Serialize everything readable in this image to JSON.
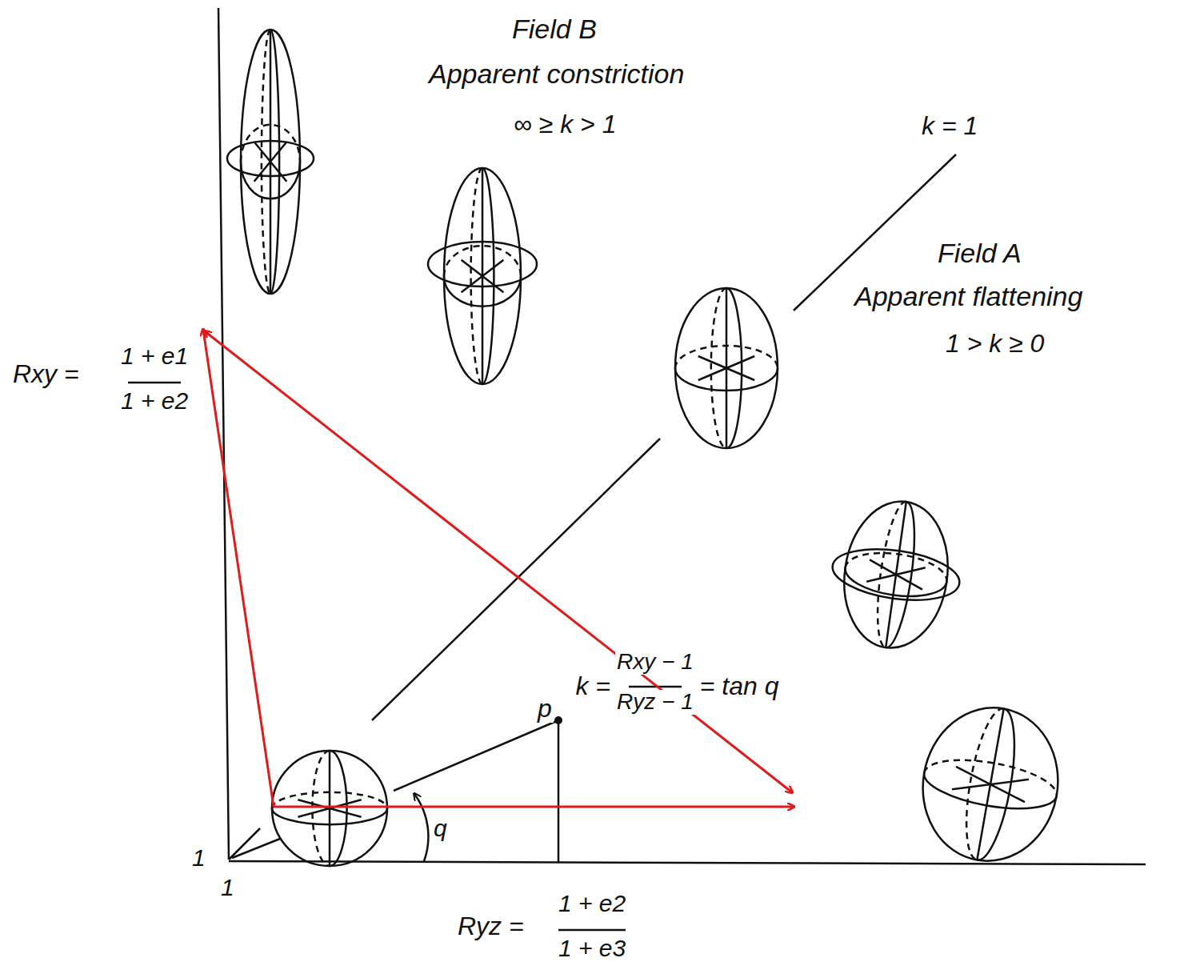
{
  "diagram": {
    "labels": [
      "Field B",
      "Apparent constriction",
      "∞ ≥ k > 1",
      "k = 1",
      "Field A",
      "Apparent flattening",
      "1 > k ≥ 0",
      "Rxy =",
      "1 + e1",
      "1 + e2",
      "k =",
      "Rxy − 1",
      "Ryz − 1",
      "= tan q",
      "p",
      "q",
      "1",
      "1",
      "Ryz =",
      "1 + e2",
      "1 + e3"
    ]
  }
}
